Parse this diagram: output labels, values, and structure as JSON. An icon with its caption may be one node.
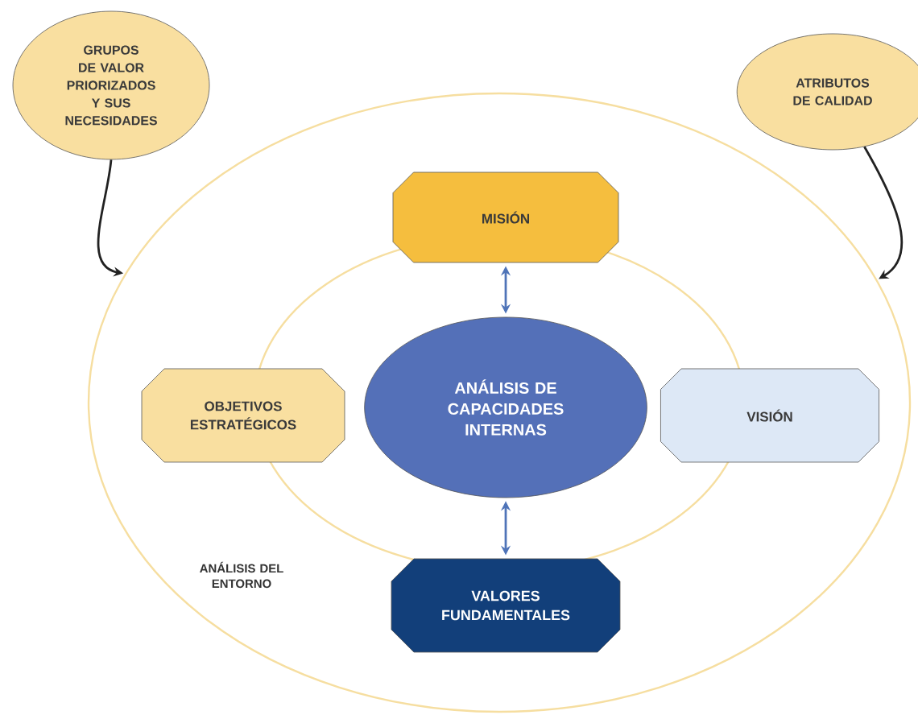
{
  "diagram": {
    "nodes": [
      {
        "text": [
          "ANÁLISIS DEL ENTORNO"
        ]
      },
      {
        "text": [
          "GRUPOS DE VALOR PRIORIZADOS Y SUS NECESIDADES"
        ]
      },
      {
        "text": [
          "ATRIBUTOS DE CALIDAD"
        ]
      },
      {
        "text": [
          "MISIÓN"
        ],
        "in": 0
      },
      {
        "text": [
          "OBJETIVOS ESTRATÉGICOS"
        ],
        "in": 0
      },
      {
        "text": [
          "ANÁLISIS DE CAPACIDADES INTERNAS"
        ],
        "in": 0
      },
      {
        "text": [
          "VISIÓN"
        ],
        "in": 0
      },
      {
        "text": [
          "VALORES FUNDAMENTALES"
        ],
        "in": 0
      }
    ],
    "edges": [
      {
        "from": 1,
        "to": 0,
        "arrow": "to"
      },
      {
        "from": 2,
        "to": 0,
        "arrow": "to"
      },
      {
        "from": 5,
        "to": 3,
        "arrow": "both",
        "color": "#4f74b8"
      },
      {
        "from": 5,
        "to": 7,
        "arrow": "both",
        "color": "#4f74b8"
      }
    ]
  }
}
